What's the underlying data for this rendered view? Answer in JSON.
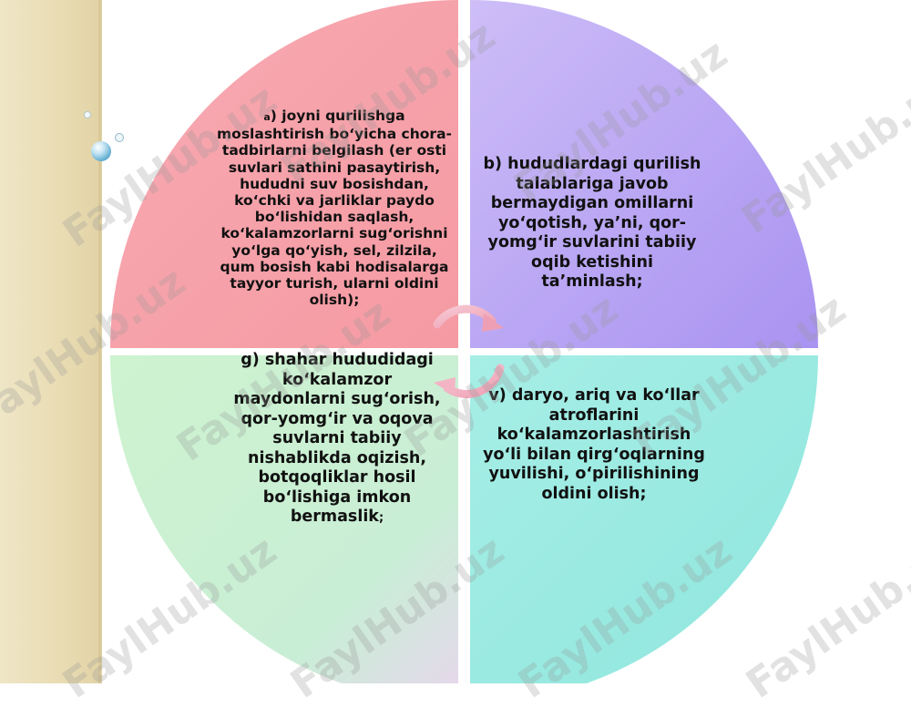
{
  "quadrants": {
    "top_left": {
      "prefix": "a",
      "text": ") joyni qurilishga moslashtirish bo‘yicha chora-tadbirlarni belgilash (er osti suvlari sathini pasaytirish, hududni suv bosishdan, ko‘chki va jarliklar paydo bo‘lishidan saqlash, ko‘kalamzorlarni sug‘orishni yo‘lga qo‘yish, sel, zilzila, qum bosish kabi hodisalarga tayyor turish, ularni oldini olish);"
    },
    "top_right": {
      "text": "b) hududlardagi qurilish talablariga javob bermaydigan omillarni yo‘qotish, ya’ni, qor-yomg‘ir suvlarini tabiiy oqib ketishini ta’minlash;"
    },
    "bottom_left": {
      "text": "g) shahar hududidagi ko‘kalamzor maydonlarni sug‘orish, qor-yomg‘ir va oqova suvlarni tabiiy nishablikda  oqizish, botqoqliklar hosil bo‘lishiga imkon bermaslik",
      "suffix": ";"
    },
    "bottom_right": {
      "text": "v) daryo, ariq  va ko‘llar atroflarini ko‘kalamzorlashtirish yo‘li bilan qirg‘oqlarning yuvilishi, o‘pirilishining oldini olish;"
    }
  },
  "colors": {
    "top_left": "#f6a2a8",
    "top_right": "#b9a6f4",
    "bottom_left": "#b6ecc6",
    "bottom_right": "#9eece4",
    "arrows": "#f2b9c7",
    "background_band": "#ece1bd"
  },
  "watermark": "FaylHub.uz"
}
